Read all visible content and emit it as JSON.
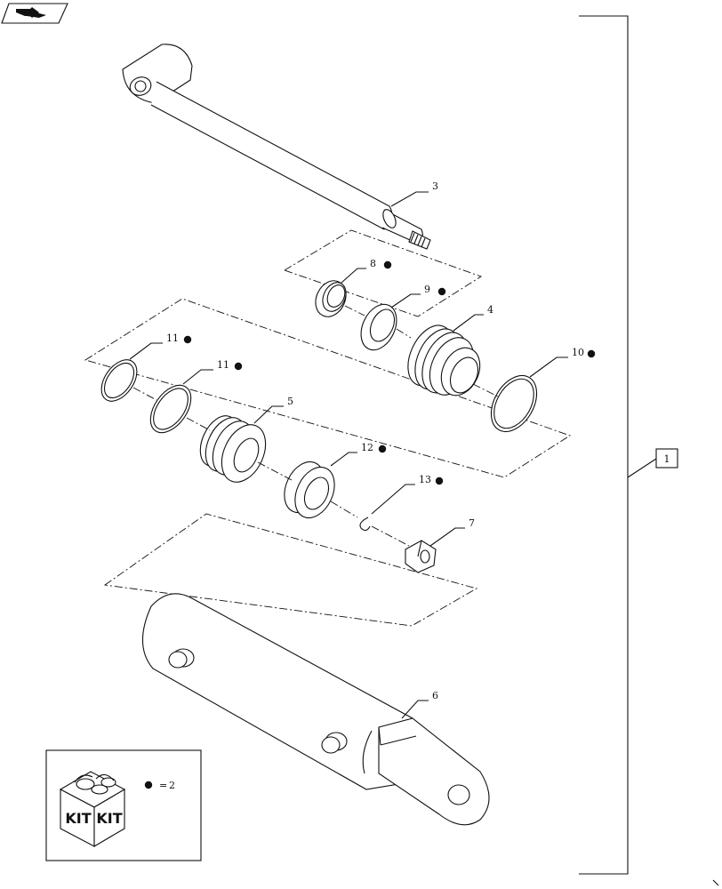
{
  "assembly_label": "1",
  "callouts": [
    {
      "number": "3",
      "kit": false
    },
    {
      "number": "8",
      "kit": true
    },
    {
      "number": "9",
      "kit": true
    },
    {
      "number": "4",
      "kit": false
    },
    {
      "number": "10",
      "kit": true
    },
    {
      "number": "11",
      "kit": true
    },
    {
      "number": "11",
      "kit": true
    },
    {
      "number": "5",
      "kit": false
    },
    {
      "number": "12",
      "kit": true
    },
    {
      "number": "13",
      "kit": true
    },
    {
      "number": "7",
      "kit": false
    },
    {
      "number": "6",
      "kit": false
    }
  ],
  "legend": {
    "kit_text_left": "KIT",
    "kit_text_right": "KIT",
    "equals": "=",
    "kit_item": "2"
  },
  "icons": [
    "view-arrow-icon",
    "kit-box-icon",
    "kit-dot-icon"
  ]
}
